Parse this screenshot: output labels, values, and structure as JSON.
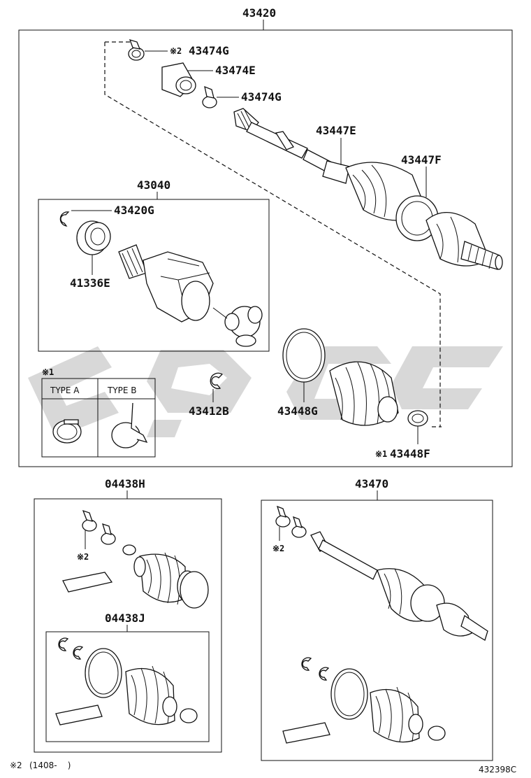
{
  "assembly": {
    "number": "43420"
  },
  "inner_joint": {
    "number": "43040",
    "parts": {
      "snap_ring": "43420G",
      "dust_seal": "41336E"
    }
  },
  "labels": {
    "clamp_top": "43474G",
    "clamp_top_note": "※2",
    "boot_small": "43474E",
    "clamp_mid": "43474G",
    "shaft": "43447E",
    "outer_boot": "43447F",
    "ring": "43412B",
    "band": "43448G",
    "inner_clamp_prefix": "※1",
    "inner_clamp": "43448F"
  },
  "type_box": {
    "note": "※1",
    "type_a": "TYPE A",
    "type_b": "TYPE B"
  },
  "kit_left": {
    "number": "04438H",
    "note": "※2",
    "sub_number": "04438J"
  },
  "kit_right": {
    "number": "43470",
    "note": "※2"
  },
  "footnote": {
    "mark": "※2",
    "range": "(1408-    )"
  },
  "drawing_id": "432398C"
}
